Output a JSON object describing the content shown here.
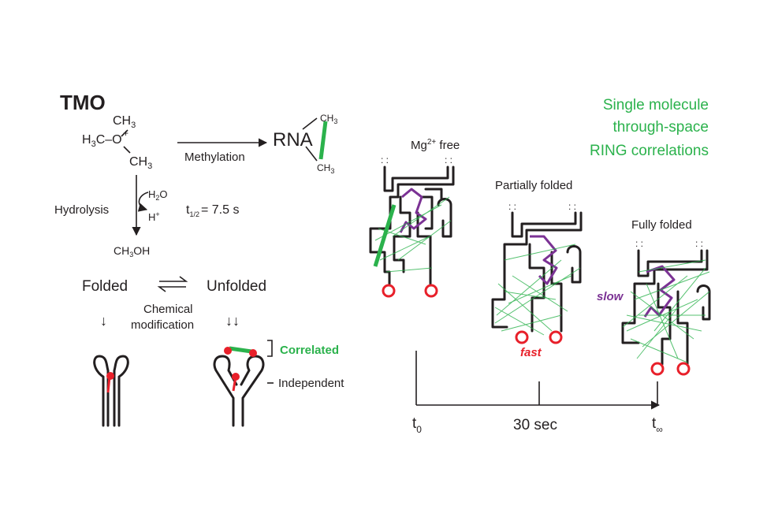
{
  "chem": {
    "reagent": "TMO",
    "ch3_top": "CH",
    "ch3_top_sub": "3",
    "h3co_left": "H",
    "h3co_left_sub": "3",
    "h3co_left_rest": "C–O",
    "oplus": "+",
    "ch3_bottom": "CH",
    "ch3_bottom_sub": "3",
    "methylation": "Methylation",
    "rna": "RNA",
    "rna_ch3_top": "CH",
    "rna_ch3_top_sub": "3",
    "rna_ch3_bottom": "CH",
    "rna_ch3_bottom_sub": "3",
    "hydrolysis": "Hydrolysis",
    "h2o": "H",
    "h2o_sub": "2",
    "h2o_o": "O",
    "hplus": "H",
    "hplus_sup": "+",
    "half_life_t": "t",
    "half_life_sub": "1/2",
    "half_life_val": "= 7.5 s",
    "ch3oh": "CH",
    "ch3oh_sub": "3",
    "ch3oh_rest": "OH"
  },
  "equilibrium": {
    "folded": "Folded",
    "unfolded": "Unfolded",
    "arrow_folded": "↓",
    "arrow_unfolded": "↓↓",
    "chem_mod_line1": "Chemical",
    "chem_mod_line2": "modification",
    "correlated": "Correlated",
    "independent": "Independent"
  },
  "title": {
    "line1": "Single molecule",
    "line2": "through-space",
    "line3": "RING correlations"
  },
  "states": {
    "mg_free": "Mg",
    "mg_sup": "2+",
    "mg_rest": " free",
    "partial": "Partially folded",
    "full": "Fully folded",
    "fast": "fast",
    "slow": "slow"
  },
  "timeline": {
    "t0": "t",
    "t0_sub": "0",
    "mid": "30 sec",
    "tinf": "t",
    "tinf_sub": "∞"
  },
  "colors": {
    "green": "#2bb24c",
    "purple": "#7b3294",
    "red": "#e8202a",
    "black": "#231f20"
  }
}
